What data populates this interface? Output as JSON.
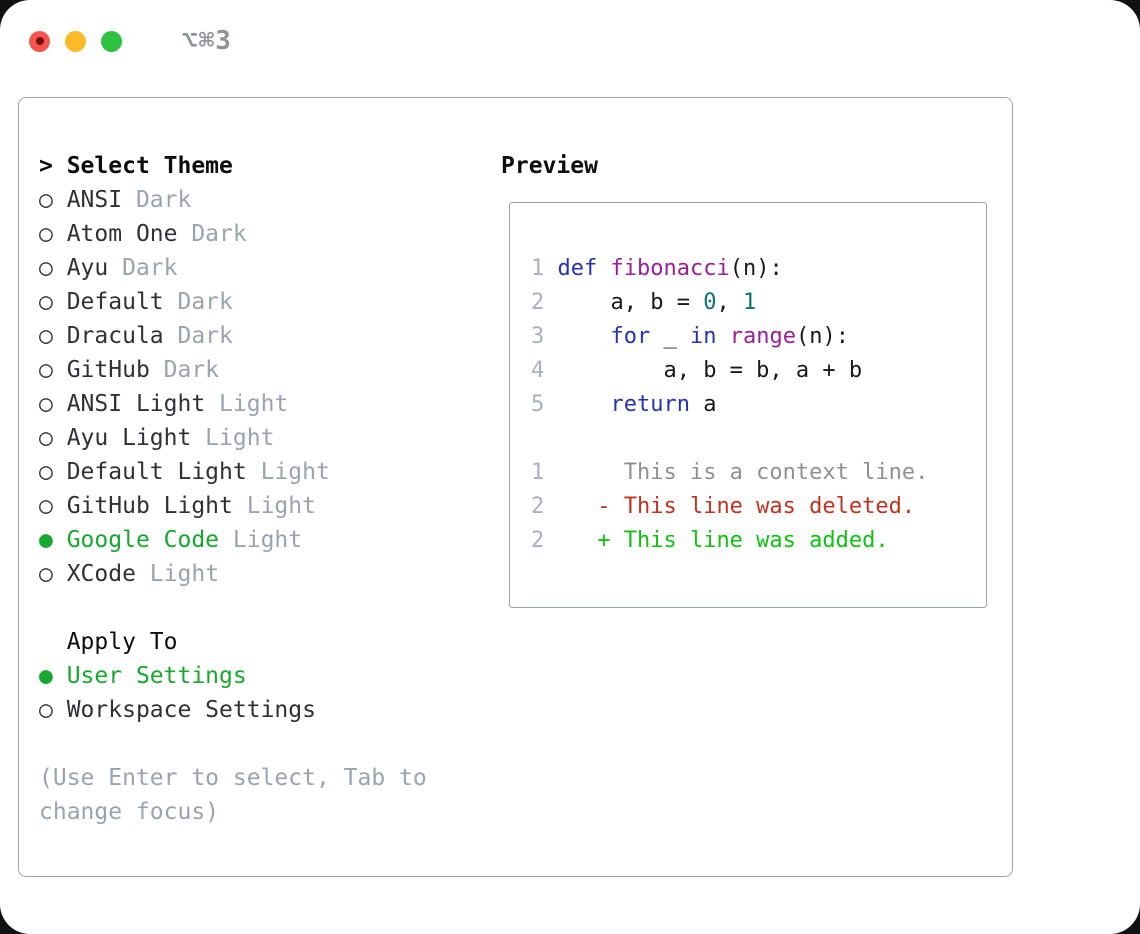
{
  "titlebar": {
    "shortcut": "⌥⌘3"
  },
  "left": {
    "header": {
      "marker": ">",
      "label": "Select Theme"
    },
    "themes": [
      {
        "name": "ANSI",
        "tag": "Dark",
        "selected": false
      },
      {
        "name": "Atom One",
        "tag": "Dark",
        "selected": false
      },
      {
        "name": "Ayu",
        "tag": "Dark",
        "selected": false
      },
      {
        "name": "Default",
        "tag": "Dark",
        "selected": false
      },
      {
        "name": "Dracula",
        "tag": "Dark",
        "selected": false
      },
      {
        "name": "GitHub",
        "tag": "Dark",
        "selected": false
      },
      {
        "name": "ANSI Light",
        "tag": "Light",
        "selected": false
      },
      {
        "name": "Ayu Light",
        "tag": "Light",
        "selected": false
      },
      {
        "name": "Default Light",
        "tag": "Light",
        "selected": false
      },
      {
        "name": "GitHub Light",
        "tag": "Light",
        "selected": false
      },
      {
        "name": "Google Code",
        "tag": "Light",
        "selected": true
      },
      {
        "name": "XCode",
        "tag": "Light",
        "selected": false
      }
    ],
    "apply_to": {
      "label": "Apply To",
      "options": [
        {
          "name": "User Settings",
          "selected": true
        },
        {
          "name": "Workspace Settings",
          "selected": false
        }
      ]
    },
    "hint_lines": [
      "(Use Enter to select, Tab to",
      "change focus)"
    ],
    "markers": {
      "unselected": "○",
      "selected": "●"
    }
  },
  "preview": {
    "title": "Preview",
    "lines": [
      {
        "num": "1",
        "tokens": [
          [
            "def",
            "kw"
          ],
          [
            " ",
            "pl"
          ],
          [
            "fibonacci",
            "fn"
          ],
          [
            "(n):",
            "pl"
          ]
        ]
      },
      {
        "num": "2",
        "tokens": [
          [
            "    a, b = ",
            "pl"
          ],
          [
            "0",
            "num"
          ],
          [
            ", ",
            "pl"
          ],
          [
            "1",
            "num"
          ]
        ]
      },
      {
        "num": "3",
        "tokens": [
          [
            "    ",
            "pl"
          ],
          [
            "for",
            "kw"
          ],
          [
            " _ ",
            "pl"
          ],
          [
            "in",
            "kw"
          ],
          [
            " ",
            "pl"
          ],
          [
            "range",
            "fn"
          ],
          [
            "(n):",
            "pl"
          ]
        ]
      },
      {
        "num": "4",
        "tokens": [
          [
            "        a, b = b, a + b",
            "pl"
          ]
        ]
      },
      {
        "num": "5",
        "tokens": [
          [
            "    ",
            "pl"
          ],
          [
            "return",
            "kw"
          ],
          [
            " a",
            "pl"
          ]
        ]
      },
      {
        "num": "",
        "tokens": []
      },
      {
        "num": "1",
        "tokens": [
          [
            "     This is a context line.",
            "ctx"
          ]
        ]
      },
      {
        "num": "2",
        "tokens": [
          [
            "   - This line was deleted.",
            "del"
          ]
        ]
      },
      {
        "num": "2",
        "tokens": [
          [
            "   + This line was added.",
            "add"
          ]
        ]
      }
    ]
  },
  "colors": {
    "header_black": "#0c0d10",
    "name_dark": "#2d3138",
    "tag_gray": "#99a3b1",
    "hint_gray": "#99a3b1",
    "selection_green": "#17a82e",
    "keyword_blue": "#2433b0",
    "function_purple": "#9a1e9a",
    "number_teal": "#0c7173",
    "plain_code": "#17191d",
    "context_gray": "#8d9197",
    "deleted_red": "#c2331f",
    "added_green": "#10c310",
    "line_number_gray": "#a7b1c0",
    "border_gray": "#9aa4af",
    "shortcut_gray": "#8e9399",
    "traffic_red": "#f4544d",
    "traffic_red_dot": "#751010",
    "traffic_yellow": "#fcba28",
    "traffic_green": "#2cc23f"
  }
}
